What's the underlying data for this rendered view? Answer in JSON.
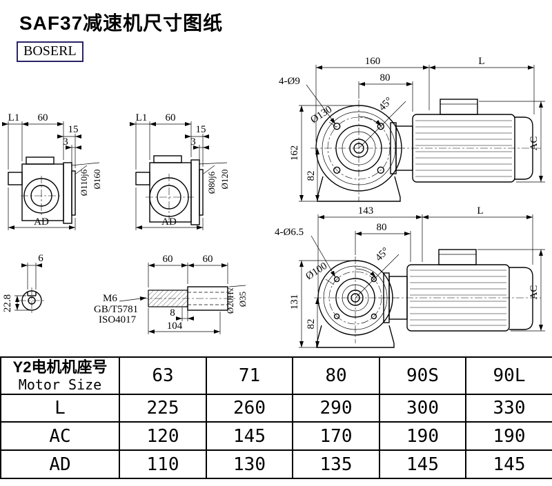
{
  "title": "SAF37减速机尺寸图纸",
  "logo": "BOSERL",
  "views": {
    "sideA": {
      "l1": "L1",
      "w": "60",
      "t15": "15",
      "t3": "3",
      "dshaft": "Ø110j6",
      "dflange": "Ø160",
      "ad": "AD"
    },
    "sideB": {
      "l1": "L1",
      "w": "60",
      "t15": "15",
      "t3": "3",
      "dshaft": "Ø80j6",
      "dflange": "Ø120",
      "ad": "AD"
    },
    "frontA": {
      "w": "160",
      "l": "L",
      "holes": "4-Ø9",
      "half": "80",
      "angle": "45°",
      "boltCircle": "Ø130",
      "h": "162",
      "h2": "82",
      "ac": "AC"
    },
    "frontB": {
      "w": "143",
      "l": "L",
      "holes": "4-Ø6.5",
      "half": "80",
      "angle": "45°",
      "boltCircle": "Ø100",
      "h": "131",
      "h2": "82",
      "ac": "AC"
    },
    "shaftEnd": {
      "w": "6",
      "h": "22.8"
    },
    "shaft": {
      "seg1": "60",
      "seg2": "60",
      "thread": "M6",
      "std1": "GB/T5781",
      "std2": "ISO4017",
      "d8": "8",
      "len": "104",
      "bore": "Ø20H7",
      "od": "Ø35"
    }
  },
  "table": {
    "header": {
      "cn": "Y2电机机座号",
      "en": "Motor Size",
      "cols": [
        "63",
        "71",
        "80",
        "90S",
        "90L"
      ]
    },
    "rows": [
      {
        "label": "L",
        "values": [
          "225",
          "260",
          "290",
          "300",
          "330"
        ]
      },
      {
        "label": "AC",
        "values": [
          "120",
          "145",
          "170",
          "190",
          "190"
        ]
      },
      {
        "label": "AD",
        "values": [
          "110",
          "130",
          "135",
          "145",
          "145"
        ]
      }
    ]
  }
}
